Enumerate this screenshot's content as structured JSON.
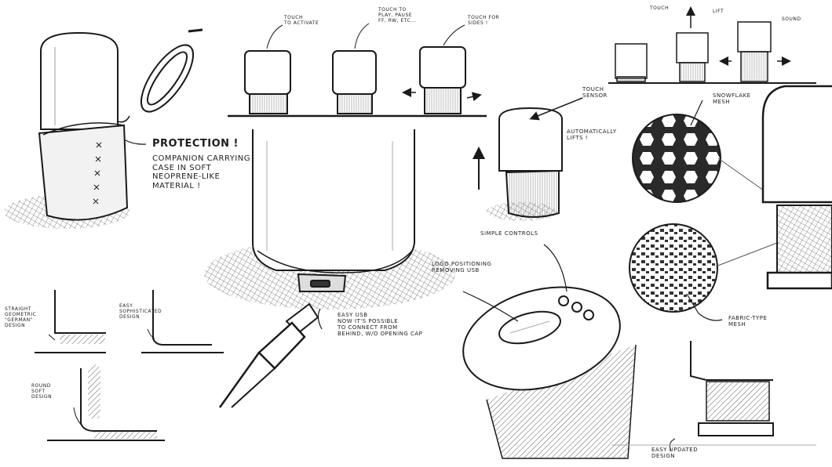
{
  "palette": {
    "ink": "#1a1a1a",
    "paper": "#ffffff",
    "shade": "#555555"
  },
  "notes": {
    "protection_title": "Protection !",
    "protection_body": "Companion carrying\ncase in soft\nneoprene-like\nmaterial !",
    "touch_activate": "Touch\nto activate",
    "touch_play": "Touch to\nplay, pause\nff, rw, etc...",
    "touch_sides": "Touch for\nsides !",
    "touch_small": "Touch",
    "lift_small": "Lift",
    "sound_small": "Sound",
    "touch_sensor": "Touch\nsensor",
    "auto_lifts": "Automatically\nlifts !",
    "snowflake_mesh": "Snowflake\nmesh",
    "simple_controls": "Simple controls",
    "logo_positioning": "Logo positioning\nremoving USB",
    "easy_usb": "Easy USB\nnow it's possible\nto connect from\nbehind, w/o opening cap",
    "fabric_mesh": "Fabric-type\nmesh",
    "straight_design": "Straight\ngeometric\n\"German\"\ndesign",
    "easy_sophisticated": "Easy\nsophisticated\ndesign",
    "round_soft": "Round\nsoft\ndesign",
    "easy_updated": "Easy updated\ndesign"
  }
}
